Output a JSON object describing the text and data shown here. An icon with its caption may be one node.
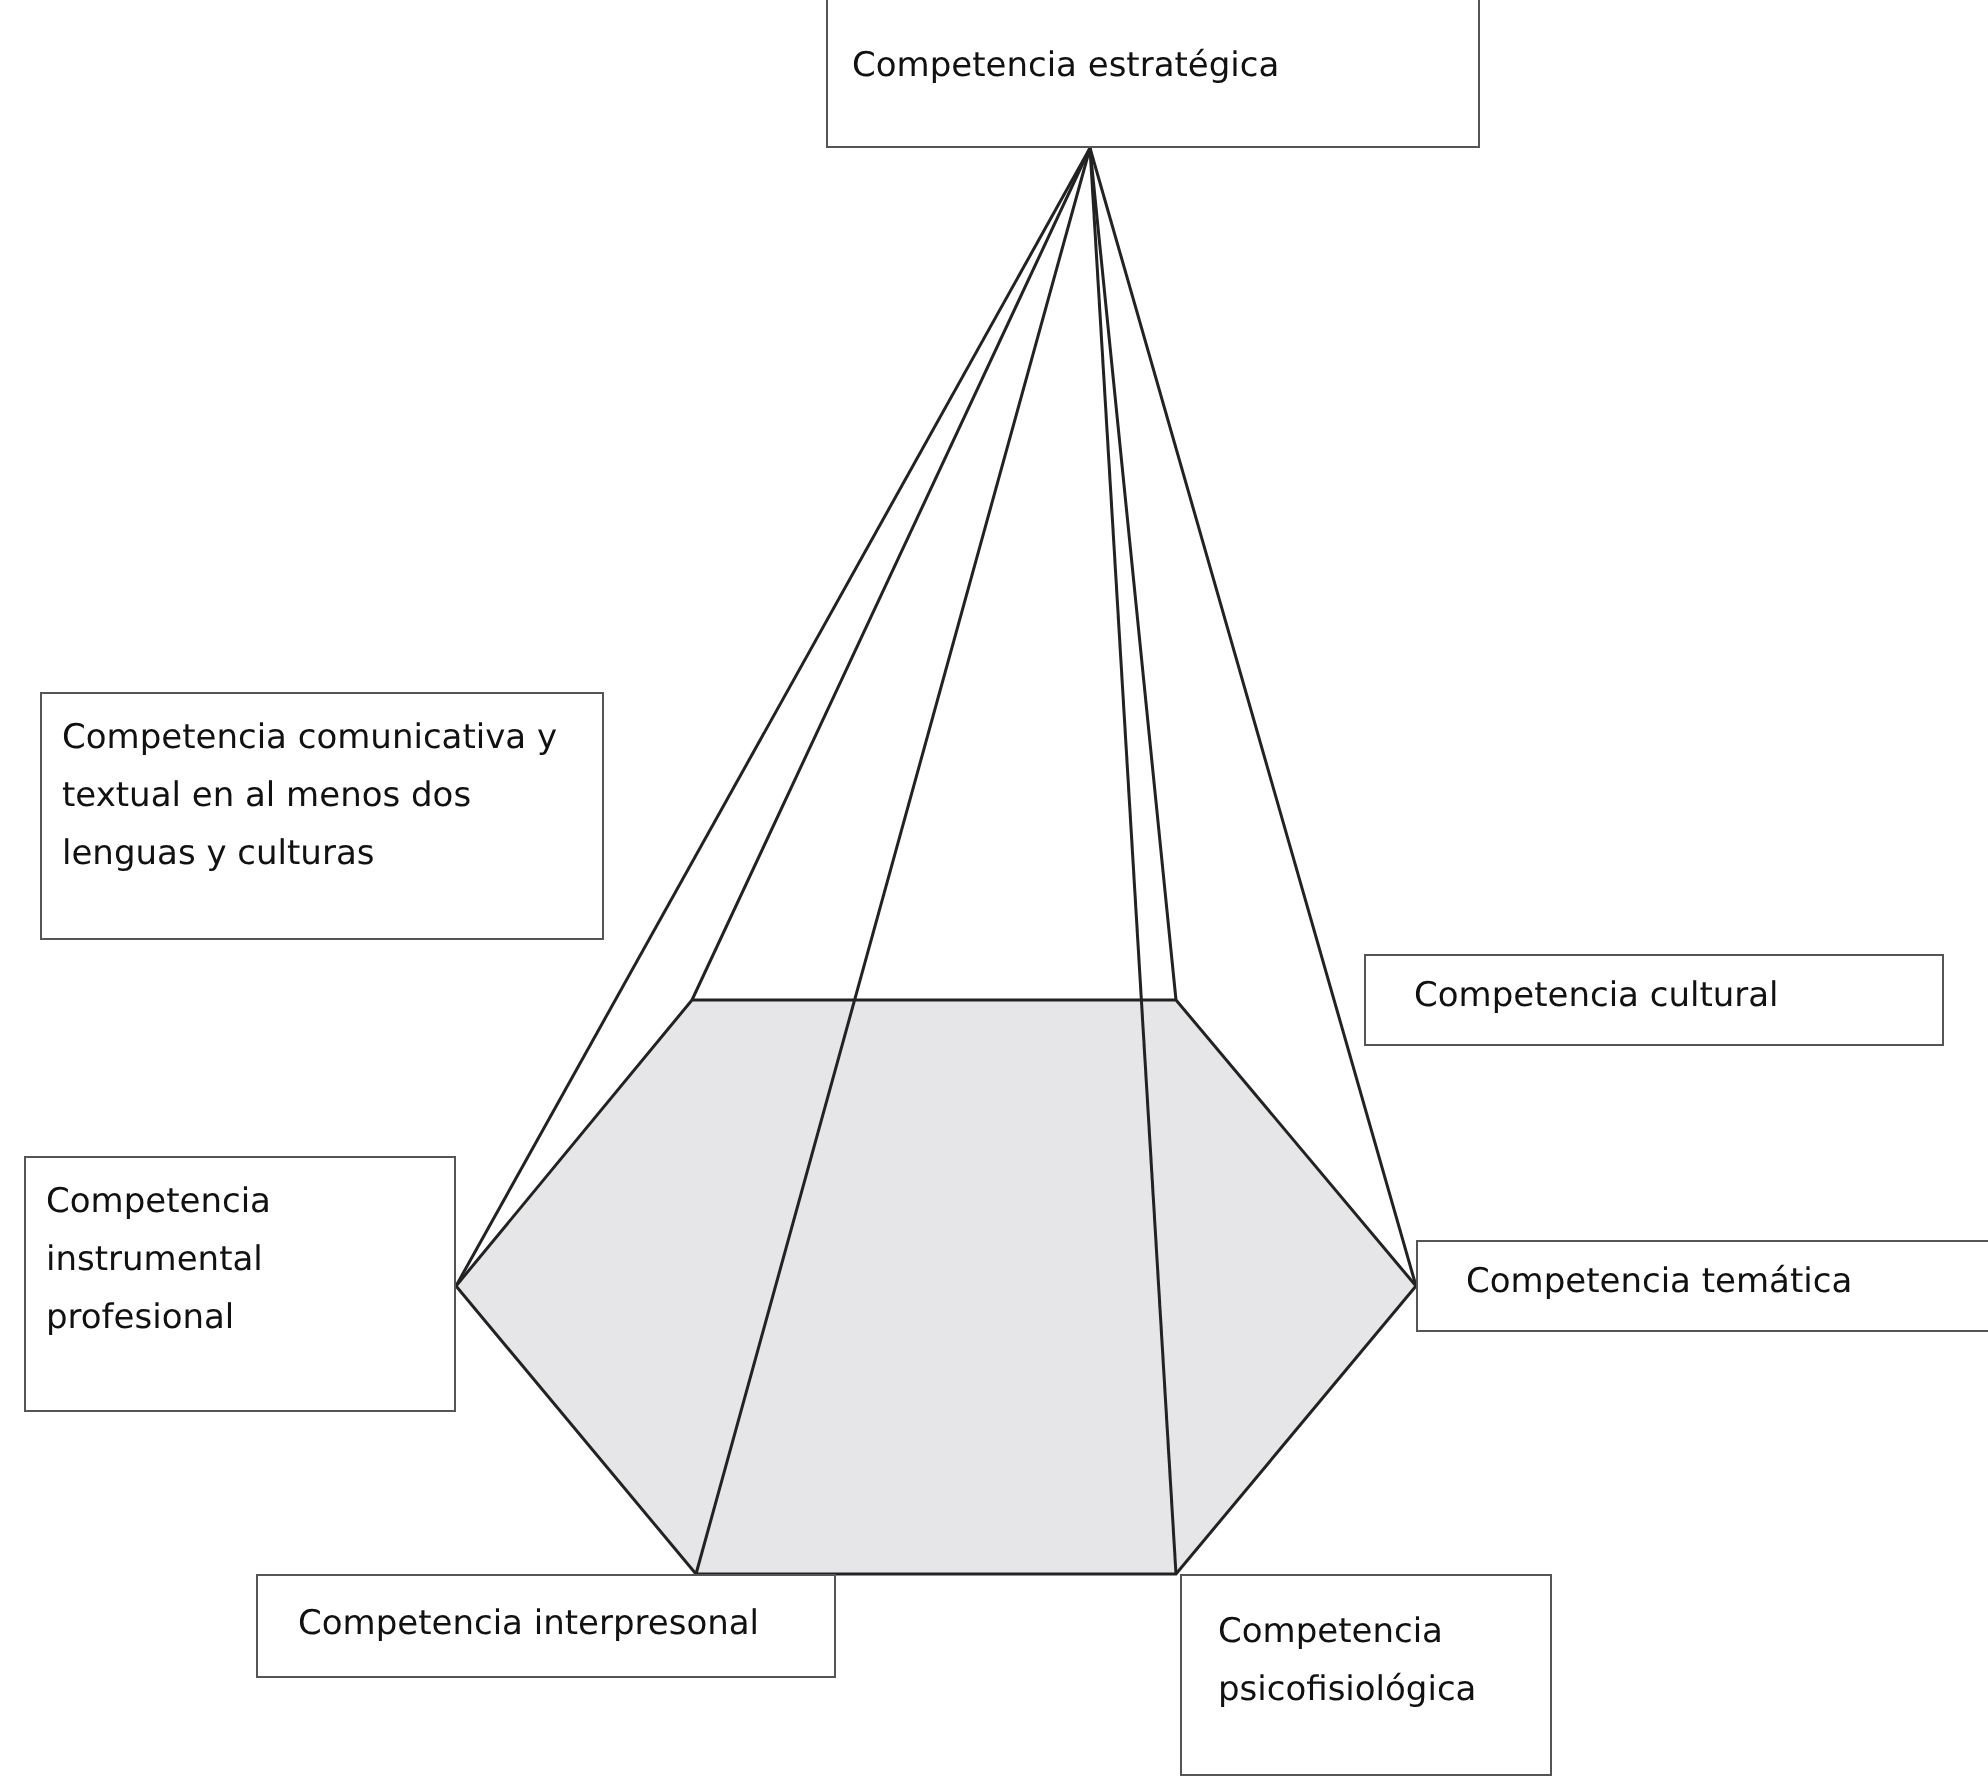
{
  "diagram": {
    "nodes": [
      {
        "text": [
          "Competencia estratégica"
        ]
      },
      {
        "text": [
          "Competencia comunicativa y textual en al menos dos lenguas y culturas"
        ]
      },
      {
        "text": [
          "Competencia cultural"
        ]
      },
      {
        "text": [
          "Competencia instrumental profesional"
        ]
      },
      {
        "text": [
          "Competencia temática"
        ]
      },
      {
        "text": [
          "Competencia interpresonal"
        ]
      },
      {
        "text": [
          "Competencia psicofisiológica"
        ]
      },
      {
        "text": [],
        "shape": "hexagon"
      }
    ],
    "edges": [
      {
        "from": 0,
        "to": 7,
        "arrow": "none"
      },
      {
        "from": 0,
        "to": 7,
        "arrow": "none"
      },
      {
        "from": 0,
        "to": 7,
        "arrow": "none"
      },
      {
        "from": 0,
        "to": 7,
        "arrow": "none"
      },
      {
        "from": 0,
        "to": 7,
        "arrow": "none"
      },
      {
        "from": 0,
        "to": 7,
        "arrow": "none"
      }
    ]
  }
}
